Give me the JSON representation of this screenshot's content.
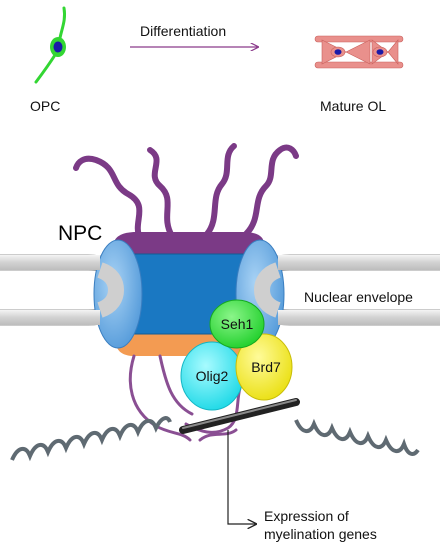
{
  "top_labels": {
    "left_cell": "OPC",
    "arrow_label": "Differentiation",
    "right_cell": "Mature OL"
  },
  "npc_label": "NPC",
  "membrane_label": "Nuclear envelope",
  "proteins": [
    {
      "label": "Seh1",
      "color": "#2fe03a"
    },
    {
      "label": "Olig2",
      "color": "#29e7ef"
    },
    {
      "label": "Brd7",
      "color": "#f2ea20"
    }
  ],
  "output_label": [
    "Expression of",
    "myelination genes"
  ],
  "colors": {
    "filament": "#7b3a86",
    "npc_core": "#1a78c2",
    "npc_ring": "#6aa9e0",
    "basket": "#f39b52",
    "membrane": "#dcdcdc",
    "arrow": "#8b3a8b",
    "ol_cell": "#e9908c",
    "nucleus": "#1a1aa8"
  }
}
